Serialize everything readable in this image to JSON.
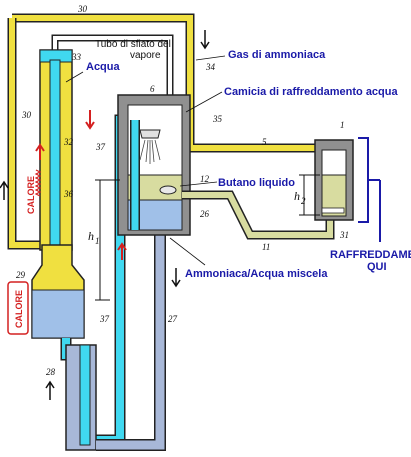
{
  "colors": {
    "ammonia_gas": "#f0e040",
    "water": "#40d8f0",
    "steam_vent": "#ffffff",
    "cooling_water": "#a8b8d8",
    "butane": "#d8dca0",
    "mixture": "#a0c0e8",
    "casing": "#909090",
    "outline": "#222222",
    "label_blue": "#1a1aa8",
    "heat_red": "#d42020"
  },
  "labels": {
    "steam_vent_tube": "Tubo di sfiato del vapore",
    "steam_vent_line1": "Tubo di sfiato del",
    "steam_vent_line2": "vapore",
    "water": "Acqua",
    "ammonia_gas": "Gas di ammoniaca",
    "cooling_jacket": "Camicia di raffreddamento acqua",
    "liquid_butane": "Butano liquido",
    "ammonia_water_mix": "Ammoniaca/Acqua miscela",
    "cooling_here_line1": "RAFFREDDAMENTO",
    "cooling_here_line2": "QUI",
    "heat_upper": "CALORE",
    "heat_lower": "CALORE"
  },
  "part_numbers": {
    "n1": "1",
    "n5": "5",
    "n6": "6",
    "n11": "11",
    "n12": "12",
    "n26": "26",
    "n27": "27",
    "n28": "28",
    "n29": "29",
    "n30_top": "30",
    "n30_left": "30",
    "n31": "31",
    "n32": "32",
    "n33": "33",
    "n34": "34",
    "n35": "35",
    "n36": "36",
    "n37_upper": "37",
    "n37_lower": "37"
  },
  "heights": {
    "h1": "h",
    "h1_sub": "1",
    "h2": "h",
    "h2_sub": "2"
  }
}
